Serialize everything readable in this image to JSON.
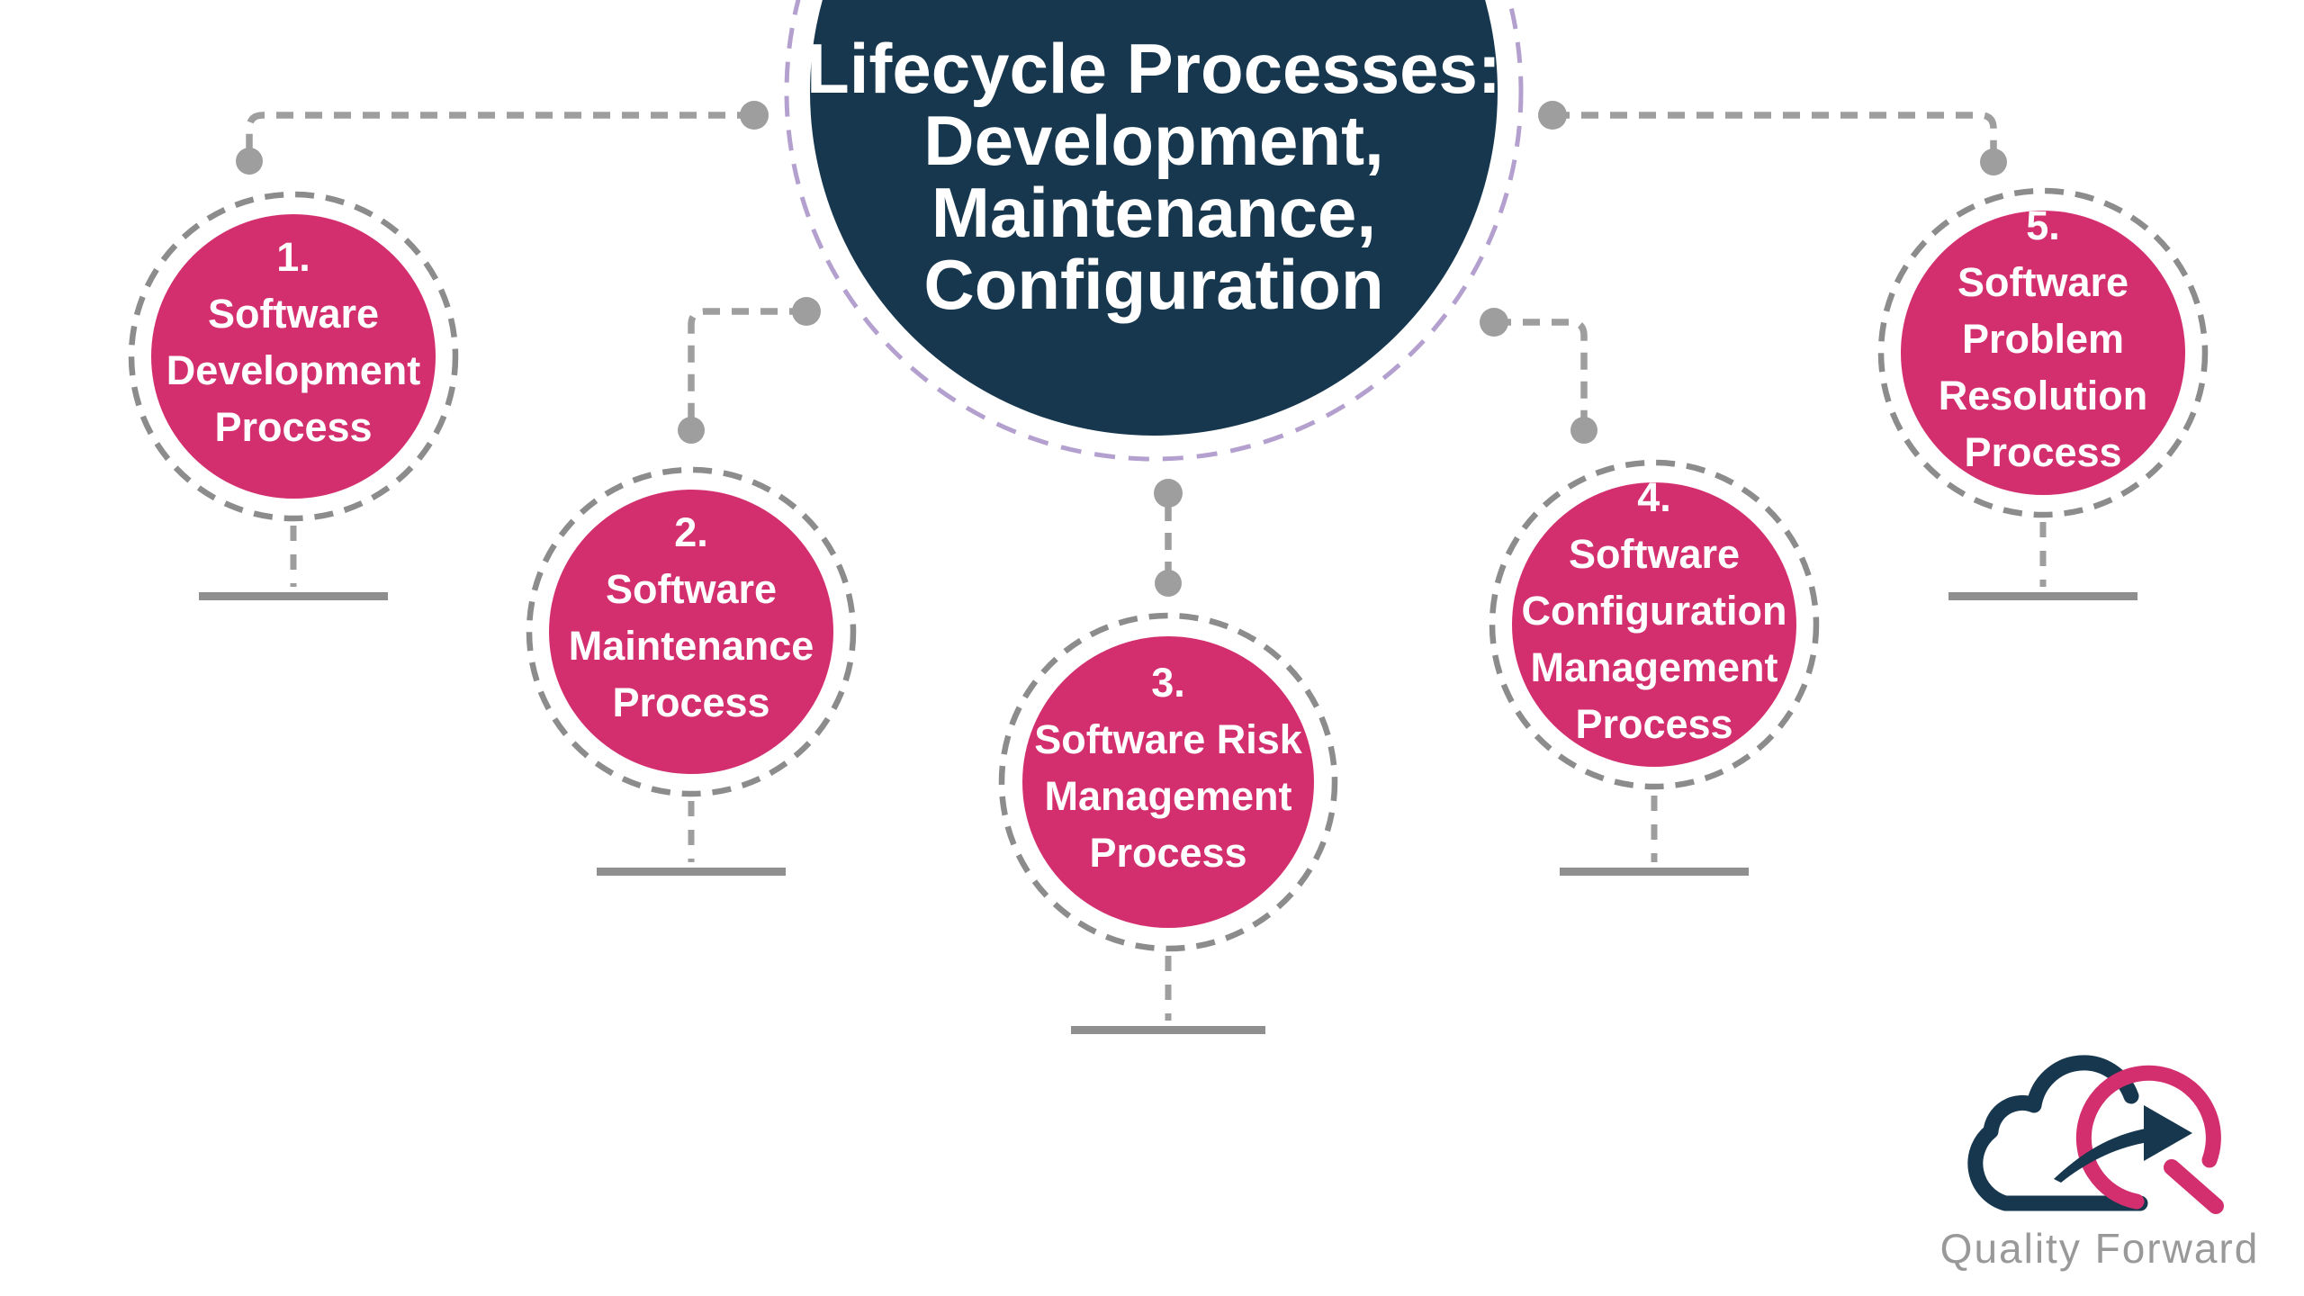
{
  "central": {
    "lines": [
      "Lifecycle Processes:",
      "Development,",
      "Maintenance,",
      "Configuration"
    ]
  },
  "nodes": [
    {
      "number": "1.",
      "lines": [
        "Software",
        "Development",
        "Process"
      ]
    },
    {
      "number": "2.",
      "lines": [
        "Software",
        "Maintenance",
        "Process"
      ]
    },
    {
      "number": "3.",
      "lines": [
        "Software Risk",
        "Management",
        "Process"
      ]
    },
    {
      "number": "4.",
      "lines": [
        "Software",
        "Configuration",
        "Management",
        "Process"
      ]
    },
    {
      "number": "5.",
      "lines": [
        "Software",
        "Problem",
        "Resolution",
        "Process"
      ]
    }
  ],
  "logo": {
    "wordmark": "Quality Forward"
  },
  "colors": {
    "navy": "#16374e",
    "pink": "#d32f6e",
    "purple_dash": "#b3a0ce",
    "gray_dash_ring": "#8c8c8c",
    "gray_connector": "#9e9e9e",
    "gray_bar": "#8f8f8f",
    "logo_text_gray": "#999999",
    "background": "#ffffff"
  }
}
